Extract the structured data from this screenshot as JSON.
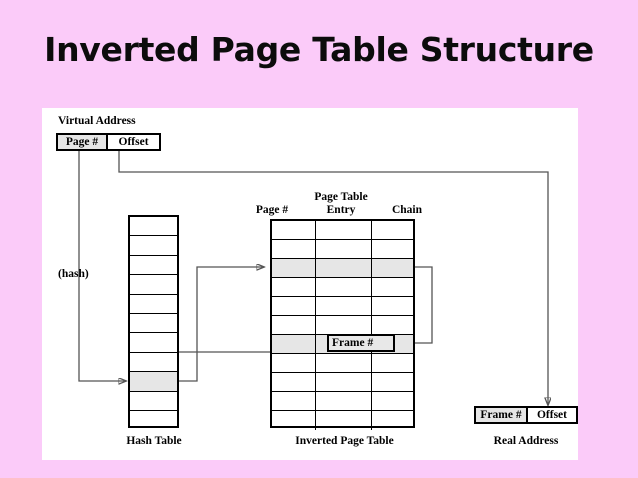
{
  "slide": {
    "title": "Inverted Page Table Structure",
    "background_color": "#fbcbf9",
    "panel_color": "#ffffff"
  },
  "diagram": {
    "virtual_address": {
      "label": "Virtual Address",
      "cells": [
        {
          "text": "Page #",
          "fill": "#e6e6e6"
        },
        {
          "text": "Offset",
          "fill": "#ffffff"
        }
      ]
    },
    "hash_label": "(hash)",
    "hash_table": {
      "caption": "Hash Table",
      "row_count": 11,
      "highlighted_rows": [
        8
      ]
    },
    "page_table": {
      "caption": "Inverted Page Table",
      "headers": [
        {
          "text": "Page #",
          "lines": [
            "Page #"
          ]
        },
        {
          "text": "Page Table Entry",
          "lines": [
            "Page Table",
            "Entry"
          ]
        },
        {
          "text": "Chain",
          "lines": [
            "Chain"
          ]
        }
      ],
      "row_count": 11,
      "highlighted_rows": [
        2,
        6
      ],
      "inline_box": {
        "text": "Frame #",
        "row": 6
      }
    },
    "real_address": {
      "label": "Real Address",
      "cells": [
        {
          "text": "Frame #",
          "fill": "#e6e6e6"
        },
        {
          "text": "Offset",
          "fill": "#ffffff"
        }
      ]
    }
  }
}
